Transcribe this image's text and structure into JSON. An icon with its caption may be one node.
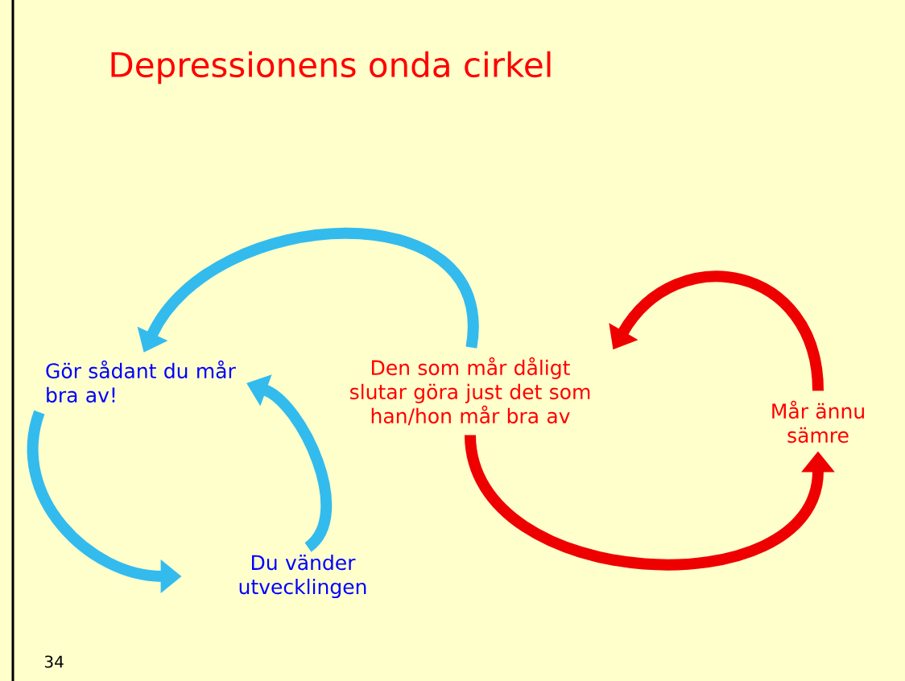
{
  "diagram": {
    "title": "Depressionens onda cirkel",
    "nodes": [
      {
        "text": [
          "Gör sådant du mår bra av!"
        ]
      },
      {
        "text": [
          "Den som mår dåligt slutar göra just det som han/hon mår bra av"
        ]
      },
      {
        "text": [
          "Mår ännu sämre"
        ]
      },
      {
        "text": [
          "Du vänder utvecklingen"
        ]
      }
    ],
    "edges": [
      {
        "from": 1,
        "to": 0,
        "arrow": "to"
      },
      {
        "from": 0,
        "to": 3,
        "arrow": "to"
      },
      {
        "from": 3,
        "to": 0,
        "arrow": "to"
      },
      {
        "from": 1,
        "to": 2,
        "arrow": "to",
        "color": "#ee0000"
      },
      {
        "from": 2,
        "to": 1,
        "arrow": "to",
        "color": "#ee0000"
      }
    ],
    "labels": [
      "34"
    ]
  }
}
